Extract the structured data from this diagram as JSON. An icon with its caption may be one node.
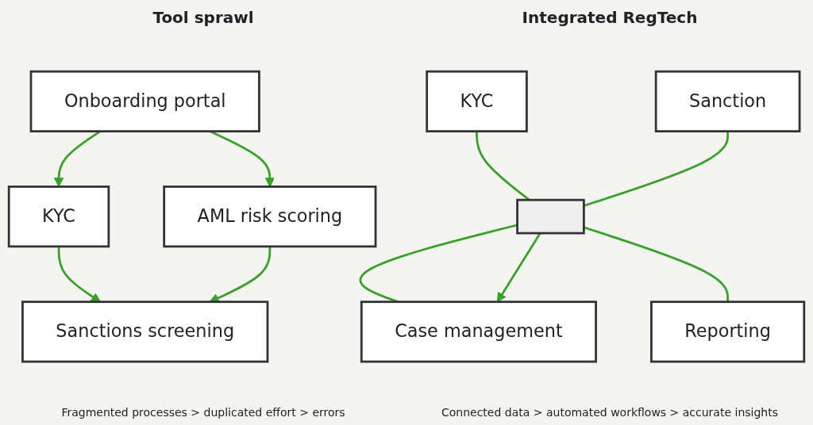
{
  "diagram": {
    "nodes": [
      {
        "text": [
          "KYC"
        ]
      },
      {
        "text": [
          "AML risk scoring"
        ]
      },
      {
        "text": [
          "Onboarding portal"
        ]
      },
      {
        "text": [
          "Sanctions screening"
        ]
      },
      {
        "text": [
          "KYC"
        ]
      },
      {
        "text": [
          "Sanction"
        ]
      },
      {
        "text": [],
        "shape": "box"
      },
      {
        "text": [
          "Case management"
        ]
      },
      {
        "text": [
          "Reporting"
        ]
      }
    ],
    "edges": [
      {
        "from": 2,
        "to": 0,
        "arrow": "to"
      },
      {
        "from": 0,
        "to": 3,
        "arrow": "to"
      },
      {
        "from": 2,
        "to": 1,
        "arrow": "to"
      },
      {
        "from": 1,
        "to": 3,
        "arrow": "to"
      },
      {
        "from": 4,
        "to": 6,
        "arrow": "none"
      },
      {
        "from": 5,
        "to": 6,
        "arrow": "none"
      },
      {
        "from": 6,
        "to": 7,
        "arrow": "none"
      },
      {
        "from": 6,
        "to": 8,
        "arrow": "none"
      },
      {
        "from": 6,
        "to": 7,
        "arrow": "to"
      }
    ],
    "labels": [
      "Tool sprawl",
      "Integrated RegTech",
      "Fragmented processes > duplicated effort > errors",
      "Connected data > automated workflows > accurate insights"
    ]
  }
}
